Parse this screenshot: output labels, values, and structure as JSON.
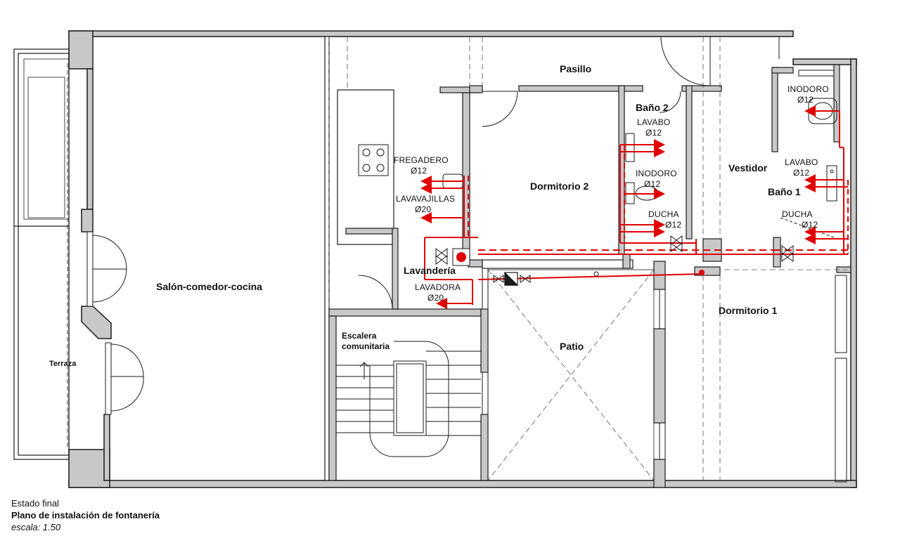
{
  "rooms": {
    "salon": "Salón-comedor-cocina",
    "terraza": "Terraza",
    "pasillo": "Pasillo",
    "dormitorio2": "Dormitorio 2",
    "bano2": "Baño 2",
    "vestidor": "Vestidor",
    "bano1": "Baño 1",
    "lavanderia": "Lavandería",
    "escalera_1": "Escalera",
    "escalera_2": "comunitaria",
    "patio": "Patio",
    "dormitorio1": "Dormitorio 1"
  },
  "fixtures": {
    "fregadero": "FREGADERO",
    "fregadero_d": "Ø12",
    "lavavajillas": "LAVAVAJILLAS",
    "lavavajillas_d": "Ø20",
    "lavadora": "LAVADORA",
    "lavadora_d": "Ø20",
    "lavabo2": "LAVABO",
    "lavabo2_d": "Ø12",
    "inodoro2": "INODORO",
    "inodoro2_d": "Ø12",
    "ducha2": "DUCHA",
    "ducha2_d": "Ø12",
    "inodoro1": "INODORO",
    "inodoro1_d": "Ø12",
    "lavabo1": "LAVABO",
    "lavabo1_d": "Ø12",
    "ducha1": "DUCHA",
    "ducha1_d": "Ø12"
  },
  "title_block": {
    "state": "Estado final",
    "title": "Plano de instalación de fontanería",
    "scale": "escala: 1.50"
  },
  "colors": {
    "wall_fill": "#c8c8c8",
    "line": "#1a1a1a",
    "pipe": "#e00000"
  }
}
